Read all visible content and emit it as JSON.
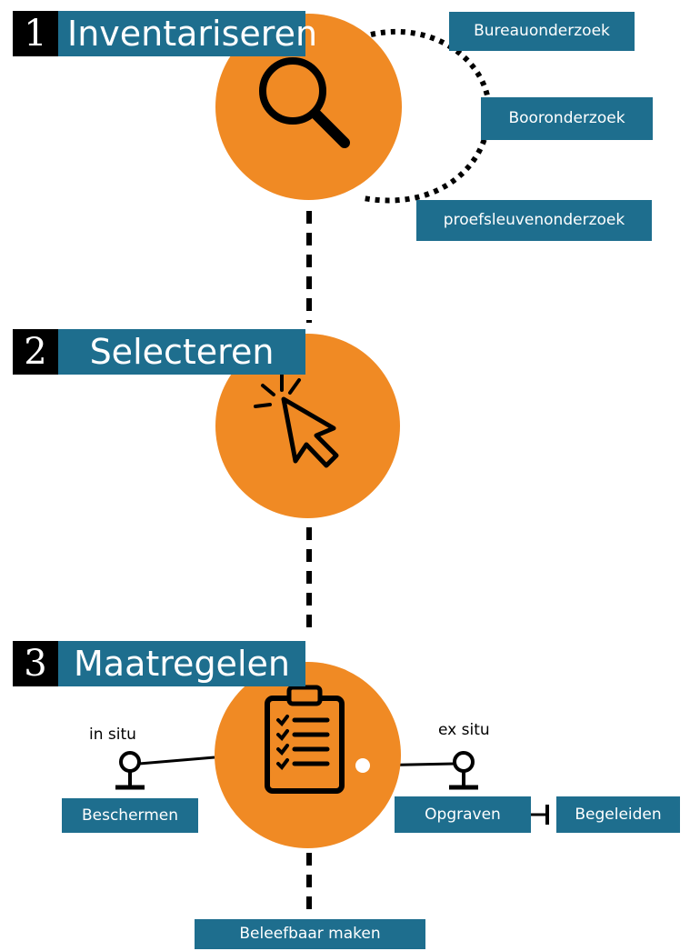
{
  "colors": {
    "orange": "#F08A24",
    "blue": "#1E6E8E",
    "black": "#000000",
    "white": "#FFFFFF"
  },
  "steps": [
    {
      "number": "1",
      "title": "Inventariseren",
      "icon": "magnifier-icon"
    },
    {
      "number": "2",
      "title": "Selecteren",
      "icon": "cursor-click-icon"
    },
    {
      "number": "3",
      "title": "Maatregelen",
      "icon": "clipboard-checklist-icon"
    }
  ],
  "step1": {
    "methods": [
      "Bureauonderzoek",
      "Booronderzoek",
      "proefsleuvenonderzoek"
    ]
  },
  "step3": {
    "left": {
      "caption": "in situ",
      "box": "Beschermen"
    },
    "right": {
      "caption": "ex situ",
      "box": "Opgraven",
      "extra": "Begeleiden"
    },
    "bottom": "Beleefbaar maken"
  }
}
